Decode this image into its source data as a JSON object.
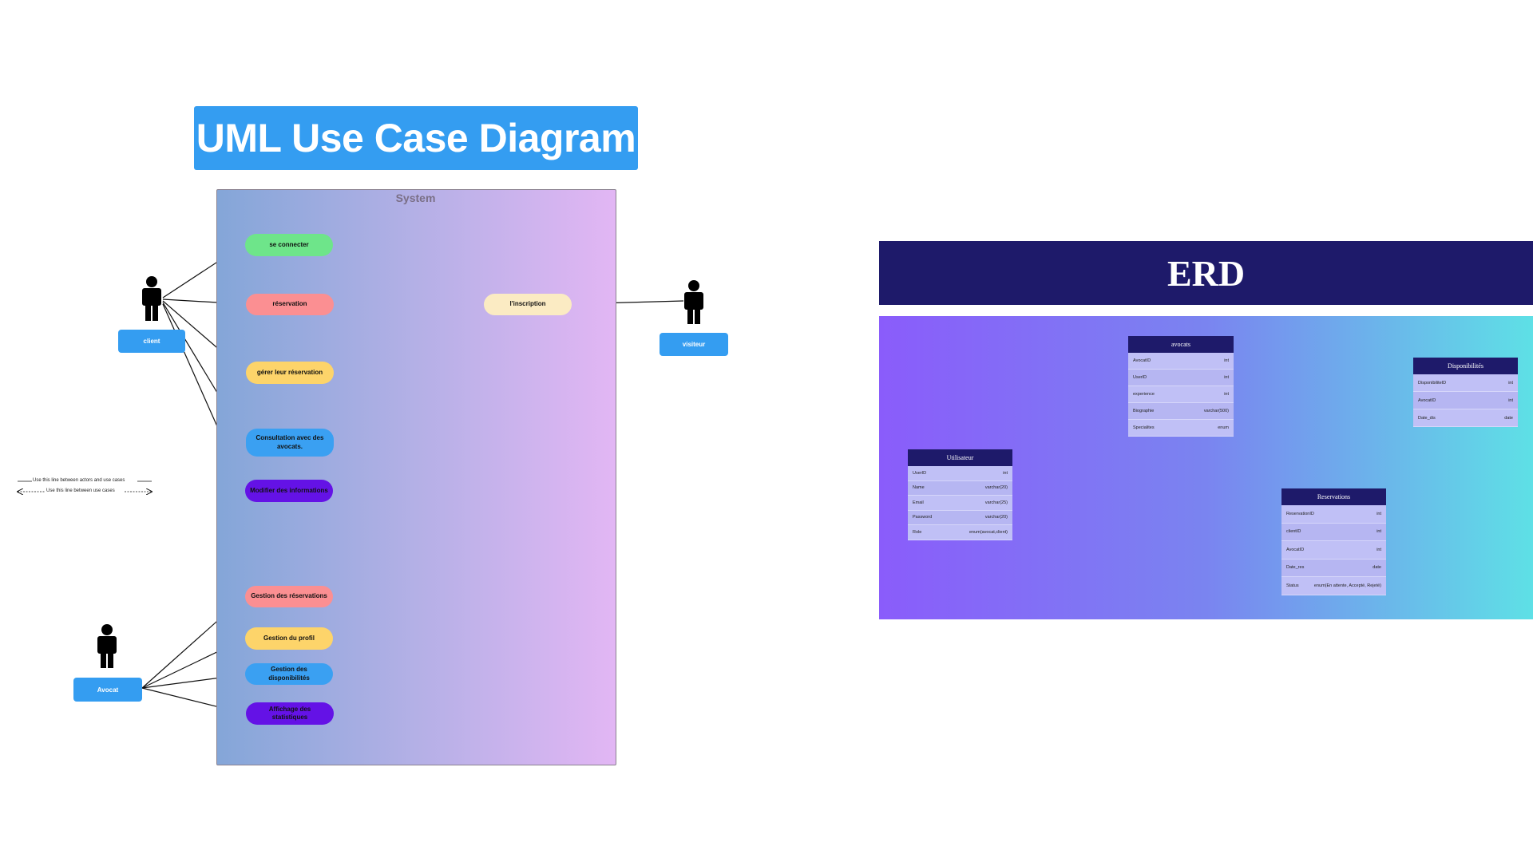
{
  "uml": {
    "title": "UML Use Case Diagram",
    "system_label": "System",
    "actors": {
      "client": "client",
      "visiteur": "visiteur",
      "avocat": "Avocat"
    },
    "use_cases": {
      "se_connecter": "se connecter",
      "reservation": "réservation",
      "gerer": "gérer leur réservation",
      "consultation": "Consultation avec des avocats.",
      "modifier": "Modifier des informations",
      "inscription": "l'inscription",
      "gestion_reservations": "Gestion des réservations",
      "gestion_profil": "Gestion du profil",
      "gestion_dispo": "Gestion des disponibilités",
      "affichage_stats": "Affichage des statistiques"
    },
    "legend": {
      "solid": "Use this line between actors and use cases",
      "dashed": "Use this line between use cases"
    },
    "colors": {
      "title_bg": "#349df1",
      "green": "#6ee58a",
      "pink": "#fb8f92",
      "yellow": "#fdd46a",
      "blue": "#3aa0f2",
      "purple": "#6412e6",
      "cream": "#fbebc3"
    }
  },
  "erd": {
    "title": "ERD",
    "entities": {
      "avocats": {
        "name": "avocats",
        "rows": [
          {
            "field": "AvocatID",
            "type": "int"
          },
          {
            "field": "UserID",
            "type": "int"
          },
          {
            "field": "experience",
            "type": "int"
          },
          {
            "field": "Biographie",
            "type": "varchar(500)"
          },
          {
            "field": "Specialites",
            "type": "enum"
          }
        ]
      },
      "disponibilites": {
        "name": "Disponibilités",
        "rows": [
          {
            "field": "DisponibiliteID",
            "type": "int"
          },
          {
            "field": "AvocatID",
            "type": "int"
          },
          {
            "field": "Date_dis",
            "type": "date"
          }
        ]
      },
      "utilisateur": {
        "name": "Utilisateur",
        "rows": [
          {
            "field": "UserID",
            "type": "int"
          },
          {
            "field": "Name",
            "type": "varchar(20)"
          },
          {
            "field": "Email",
            "type": "varchar(25)"
          },
          {
            "field": "Password",
            "type": "varchar(20)"
          },
          {
            "field": "Role",
            "type": "enum(avocat,client)"
          }
        ]
      },
      "reservations": {
        "name": "Reservations",
        "rows": [
          {
            "field": "ReservationID",
            "type": "int"
          },
          {
            "field": "clientID",
            "type": "int"
          },
          {
            "field": "AvocatID",
            "type": "int"
          },
          {
            "field": "Date_res",
            "type": "date"
          },
          {
            "field": "Status",
            "type": "enum(En attente, Accepté, Rejeté)"
          }
        ]
      }
    },
    "colors": {
      "header": "#1e1a6a",
      "row": "#c0c0f6"
    }
  }
}
